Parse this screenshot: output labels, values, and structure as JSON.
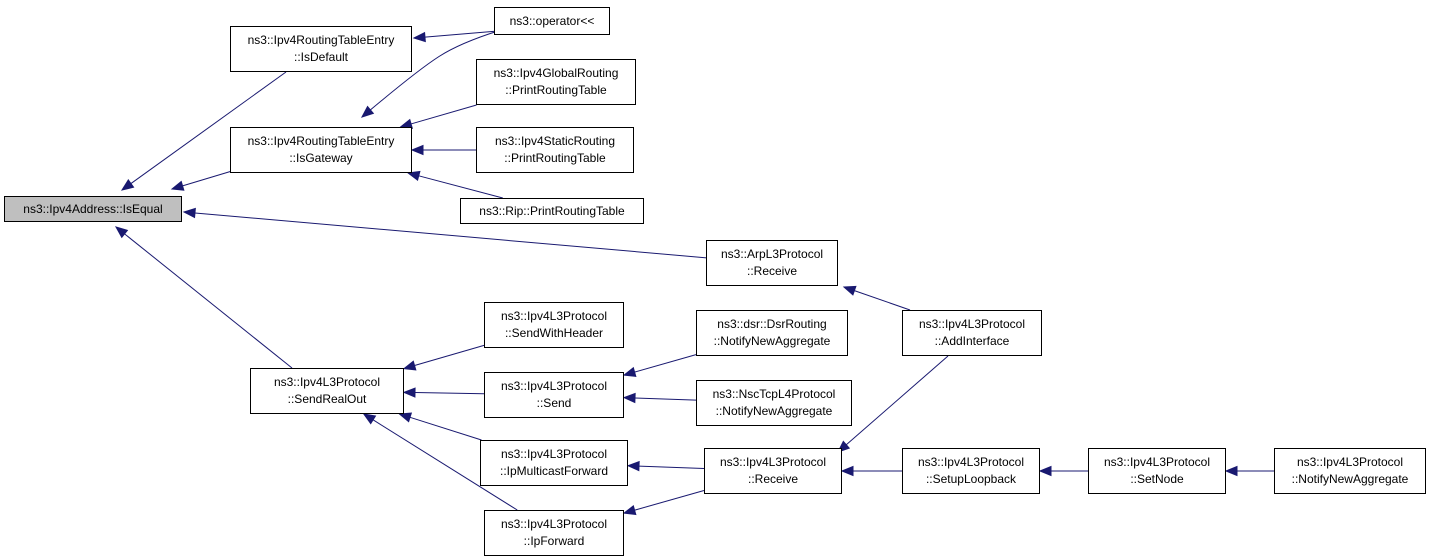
{
  "graph": {
    "edge_color": "#191970",
    "root_fill": "#bfbfbf",
    "nodes": [
      {
        "id": "n0",
        "lines": [
          "ns3::Ipv4Address::IsEqual"
        ],
        "root": true
      },
      {
        "id": "n1",
        "lines": [
          "ns3::Ipv4RoutingTableEntry",
          "::IsDefault"
        ]
      },
      {
        "id": "n2",
        "lines": [
          "ns3::operator<<"
        ]
      },
      {
        "id": "n3",
        "lines": [
          "ns3::Ipv4RoutingTableEntry",
          "::IsGateway"
        ]
      },
      {
        "id": "n4",
        "lines": [
          "ns3::Ipv4GlobalRouting",
          "::PrintRoutingTable"
        ]
      },
      {
        "id": "n5",
        "lines": [
          "ns3::Ipv4StaticRouting",
          "::PrintRoutingTable"
        ]
      },
      {
        "id": "n6",
        "lines": [
          "ns3::Rip::PrintRoutingTable"
        ]
      },
      {
        "id": "n7",
        "lines": [
          "ns3::ArpL3Protocol",
          "::Receive"
        ]
      },
      {
        "id": "n8",
        "lines": [
          "ns3::Ipv4L3Protocol",
          "::AddInterface"
        ]
      },
      {
        "id": "n9",
        "lines": [
          "ns3::Ipv4L3Protocol",
          "::SendWithHeader"
        ]
      },
      {
        "id": "n10",
        "lines": [
          "ns3::dsr::DsrRouting",
          "::NotifyNewAggregate"
        ]
      },
      {
        "id": "n11",
        "lines": [
          "ns3::Ipv4L3Protocol",
          "::SendRealOut"
        ]
      },
      {
        "id": "n12",
        "lines": [
          "ns3::Ipv4L3Protocol",
          "::Send"
        ]
      },
      {
        "id": "n13",
        "lines": [
          "ns3::NscTcpL4Protocol",
          "::NotifyNewAggregate"
        ]
      },
      {
        "id": "n14",
        "lines": [
          "ns3::Ipv4L3Protocol",
          "::IpMulticastForward"
        ]
      },
      {
        "id": "n15",
        "lines": [
          "ns3::Ipv4L3Protocol",
          "::Receive"
        ]
      },
      {
        "id": "n16",
        "lines": [
          "ns3::Ipv4L3Protocol",
          "::SetupLoopback"
        ]
      },
      {
        "id": "n17",
        "lines": [
          "ns3::Ipv4L3Protocol",
          "::SetNode"
        ]
      },
      {
        "id": "n18",
        "lines": [
          "ns3::Ipv4L3Protocol",
          "::NotifyNewAggregate"
        ]
      },
      {
        "id": "n19",
        "lines": [
          "ns3::Ipv4L3Protocol",
          "::IpForward"
        ]
      }
    ],
    "edges": [
      {
        "from": "n1",
        "to": "n0"
      },
      {
        "from": "n3",
        "to": "n0"
      },
      {
        "from": "n7",
        "to": "n0"
      },
      {
        "from": "n11",
        "to": "n0"
      },
      {
        "from": "n2",
        "to": "n1"
      },
      {
        "from": "n2",
        "to": "n3"
      },
      {
        "from": "n4",
        "to": "n3"
      },
      {
        "from": "n5",
        "to": "n3"
      },
      {
        "from": "n6",
        "to": "n3"
      },
      {
        "from": "n8",
        "to": "n7"
      },
      {
        "from": "n9",
        "to": "n11"
      },
      {
        "from": "n12",
        "to": "n11"
      },
      {
        "from": "n14",
        "to": "n11"
      },
      {
        "from": "n19",
        "to": "n11"
      },
      {
        "from": "n10",
        "to": "n12"
      },
      {
        "from": "n13",
        "to": "n12"
      },
      {
        "from": "n15",
        "to": "n14"
      },
      {
        "from": "n15",
        "to": "n19"
      },
      {
        "from": "n15",
        "to": "n8"
      },
      {
        "from": "n16",
        "to": "n15"
      },
      {
        "from": "n17",
        "to": "n16"
      },
      {
        "from": "n18",
        "to": "n17"
      }
    ]
  }
}
